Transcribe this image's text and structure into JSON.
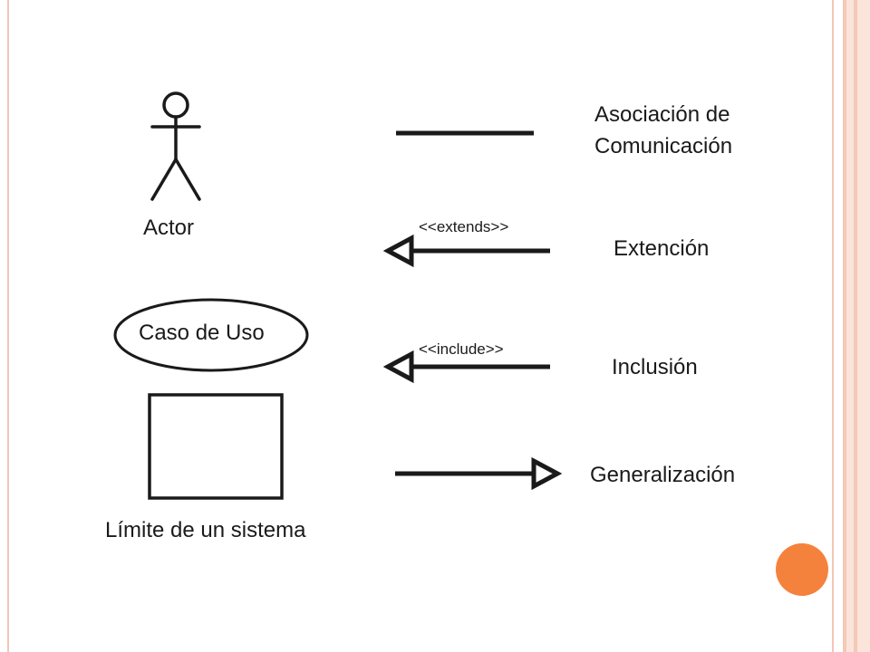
{
  "legend": {
    "actor_label": "Actor",
    "use_case_label": "Caso de Uso",
    "system_boundary_label": "Límite de un sistema",
    "association_label_line1": "Asociación de",
    "association_label_line2": "Comunicación",
    "extends_stereotype": "<<extends>>",
    "extension_label": "Extención",
    "include_stereotype": "<<include>>",
    "inclusion_label": "Inclusión",
    "generalization_label": "Generalización"
  },
  "colors": {
    "frame": "#f2c6b4",
    "accent_dot": "#f5823c",
    "ink": "#1a1a1a"
  }
}
